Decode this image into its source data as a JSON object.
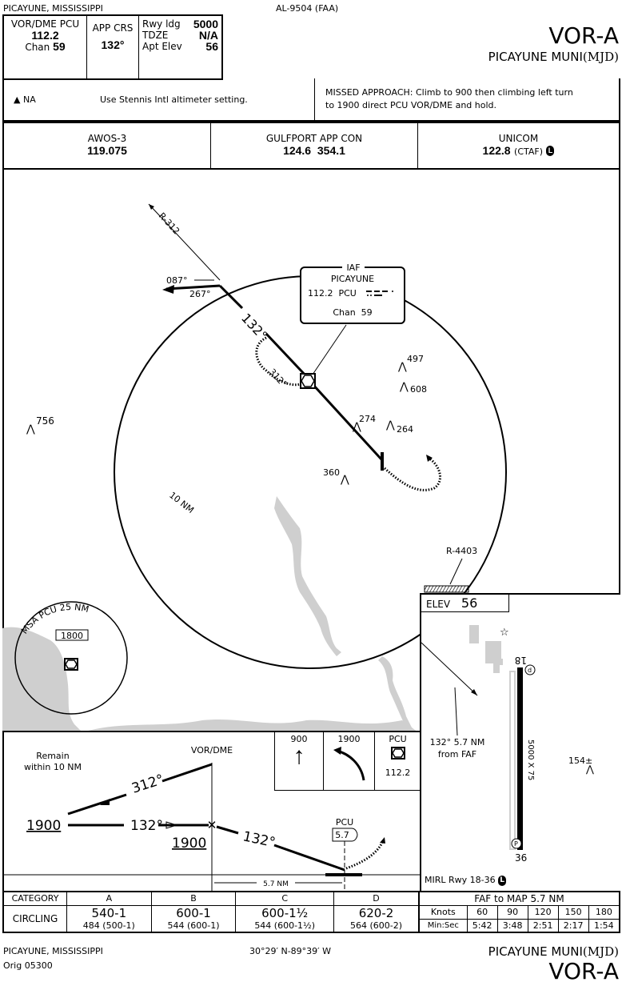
{
  "header": {
    "location": "PICAYUNE, MISSISSIPPI",
    "chart_id": "AL-9504 (FAA)",
    "procedure": "VOR-A",
    "airport": "PICAYUNE MUNI",
    "airport_id": "(MJD)",
    "navaid_label": "VOR/DME PCU",
    "navaid_freq": "112.2",
    "navaid_chan_label": "Chan",
    "navaid_chan": "59",
    "app_crs_label": "APP CRS",
    "app_crs": "132°",
    "rwy_ldg_label": "Rwy ldg",
    "rwy_ldg": "5000",
    "tdze_label": "TDZE",
    "tdze": "N/A",
    "apt_elev_label": "Apt Elev",
    "apt_elev": "56"
  },
  "notes": {
    "alt_na": "NA",
    "altimeter": "Use Stennis Intl altimeter setting.",
    "missed_approach_line1": "MISSED APPROACH:  Climb to 900 then climbing left turn",
    "missed_approach_line2": "to 1900 direct PCU VOR/DME and hold."
  },
  "comms": [
    {
      "name": "AWOS-3",
      "freq": "119.075",
      "extra": ""
    },
    {
      "name": "GULFPORT APP CON",
      "freq": "124.6  354.1",
      "extra": ""
    },
    {
      "name": "UNICOM",
      "freq": "122.8",
      "extra": "(CTAF)"
    }
  ],
  "planview": {
    "radial": "R-312",
    "inbound_087": "087°",
    "outbound_267": "267°",
    "course_132": "132°",
    "hold_312": "312°",
    "ring_label": "10 NM",
    "iaf": {
      "label": "IAF",
      "name": "PICAYUNE",
      "freq": "112.2  PCU",
      "chan": "Chan  59"
    },
    "obstacles": [
      {
        "label": "756"
      },
      {
        "label": "497"
      },
      {
        "label": "608"
      },
      {
        "label": "274"
      },
      {
        "label": "264"
      },
      {
        "label": "360"
      }
    ],
    "msa": {
      "label": "MSA PCU 25 NM",
      "alt": "1800"
    },
    "restricted": "R-4403"
  },
  "airport_diagram": {
    "elev_label": "ELEV",
    "elev": "56",
    "rwy_top": "18",
    "rwy_bottom": "36",
    "rwy_dims": "5000 X 75",
    "course_note_1": "132° 5.7 NM",
    "course_note_2": "from FAF",
    "obstacle": "154±",
    "lighting": "MIRL Rwy 18-36"
  },
  "profile": {
    "remain_1": "Remain",
    "remain_2": "within 10 NM",
    "vor_dme": "VOR/DME",
    "crs_312": "312°",
    "crs_132a": "132°",
    "crs_132b": "132°",
    "alt_left": "1900",
    "alt_fix": "1900",
    "map_fix": "PCU",
    "map_dme": "5.7",
    "distance": "5.7 NM",
    "icons": [
      {
        "label": "900",
        "icon": "arrow-up"
      },
      {
        "label": "1900",
        "icon": "left-turn-arrow"
      },
      {
        "label": "PCU",
        "icon": "vor-dme",
        "sub": "112.2"
      }
    ]
  },
  "minimums": {
    "category_label": "CATEGORY",
    "categories": [
      "A",
      "B",
      "C",
      "D"
    ],
    "row_label": "CIRCLING",
    "values": [
      {
        "main": "540-1",
        "sub": "484 (500-1)"
      },
      {
        "main": "600-1",
        "sub": "544 (600-1)"
      },
      {
        "main": "600-1½",
        "sub": "544 (600-1½)"
      },
      {
        "main": "620-2",
        "sub": "564 (600-2)"
      }
    ]
  },
  "timing": {
    "title": "FAF to MAP  5.7 NM",
    "knots_label": "Knots",
    "time_label": "Min:Sec",
    "knots": [
      "60",
      "90",
      "120",
      "150",
      "180"
    ],
    "times": [
      "5:42",
      "3:48",
      "2:51",
      "2:17",
      "1:54"
    ]
  },
  "footer": {
    "location": "PICAYUNE, MISSISSIPPI",
    "amendment": "Orig  05300",
    "coords": "30°29′ N-89°39′ W",
    "airport": "PICAYUNE MUNI",
    "airport_id": "(MJD)",
    "procedure": "VOR-A"
  }
}
